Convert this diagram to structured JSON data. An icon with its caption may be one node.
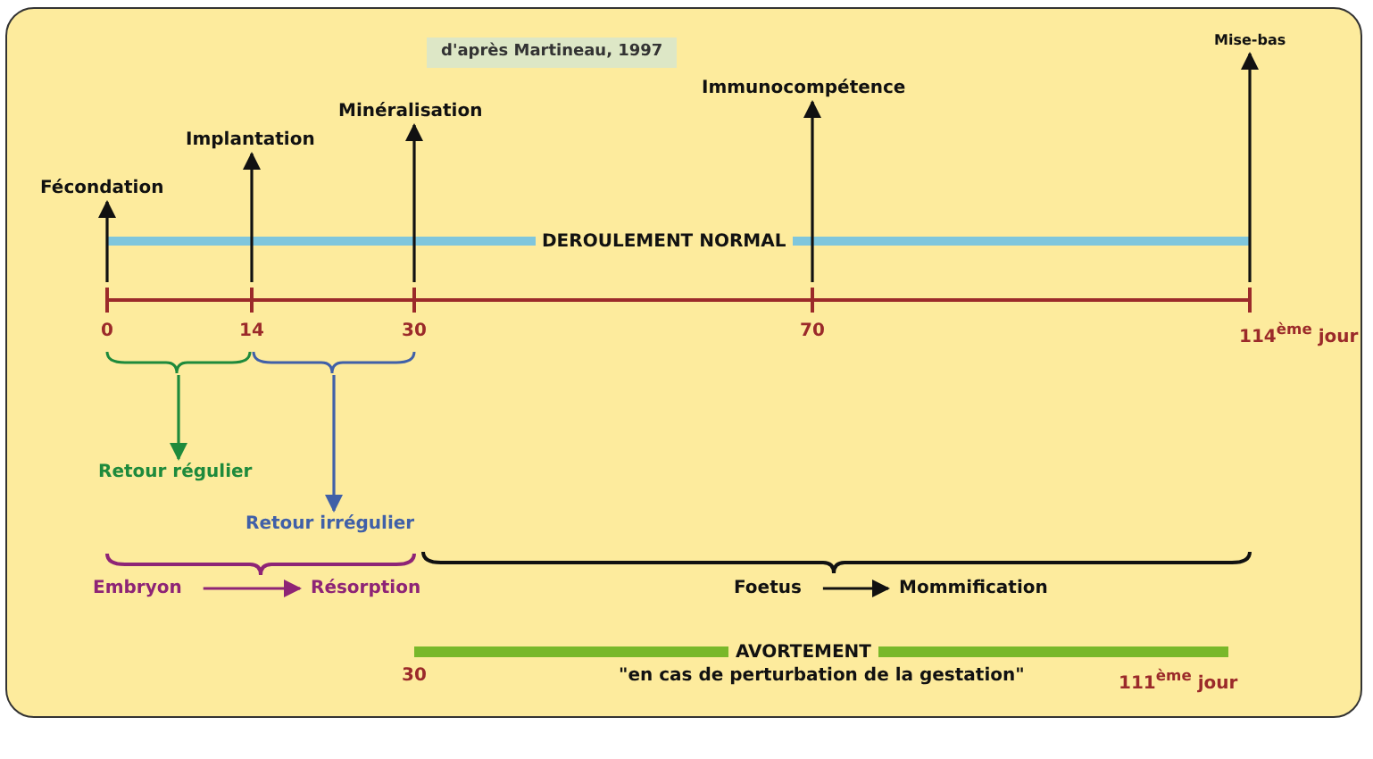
{
  "diagram": {
    "nodes": [
      {
        "text": [
          "Fécondation"
        ]
      },
      {
        "text": [
          "Implantation"
        ]
      },
      {
        "text": [
          "Minéralisation"
        ]
      },
      {
        "text": [
          "Immunocompétence"
        ]
      },
      {
        "text": [
          "Mise-bas"
        ]
      },
      {
        "text": [
          "Retour régulier"
        ]
      },
      {
        "text": [
          "Retour irrégulier"
        ]
      },
      {
        "text": [
          "Embryon"
        ]
      },
      {
        "text": [
          "Résorption"
        ]
      },
      {
        "text": [
          "Foetus"
        ]
      },
      {
        "text": [
          "Mommification"
        ]
      },
      {
        "text": [],
        "shape": "bracket"
      },
      {
        "text": [],
        "shape": "bracket"
      }
    ],
    "edges": [
      {
        "from": null,
        "to": 0,
        "arrow": "to"
      },
      {
        "from": null,
        "to": 1,
        "arrow": "to"
      },
      {
        "from": null,
        "to": 2,
        "arrow": "to"
      },
      {
        "from": null,
        "to": 3,
        "arrow": "to"
      },
      {
        "from": null,
        "to": 4,
        "arrow": "to"
      },
      {
        "from": 11,
        "to": 5,
        "arrow": "to",
        "color": "#1e8a3c"
      },
      {
        "from": 12,
        "to": 6,
        "arrow": "to",
        "color": "#4060a8"
      },
      {
        "from": 7,
        "to": 8,
        "arrow": "to",
        "color": "#8e2476"
      },
      {
        "from": 9,
        "to": 10,
        "arrow": "to"
      }
    ],
    "labels": [
      "d'après Martineau, 1997",
      "DEROULEMENT NORMAL",
      "0",
      "14",
      "30",
      "70",
      "114$^{ème}$ jour",
      "AVORTEMENT",
      "30",
      "\"en cas de perturbation de la gestation\"",
      "111$^{ème}$ jour"
    ]
  }
}
